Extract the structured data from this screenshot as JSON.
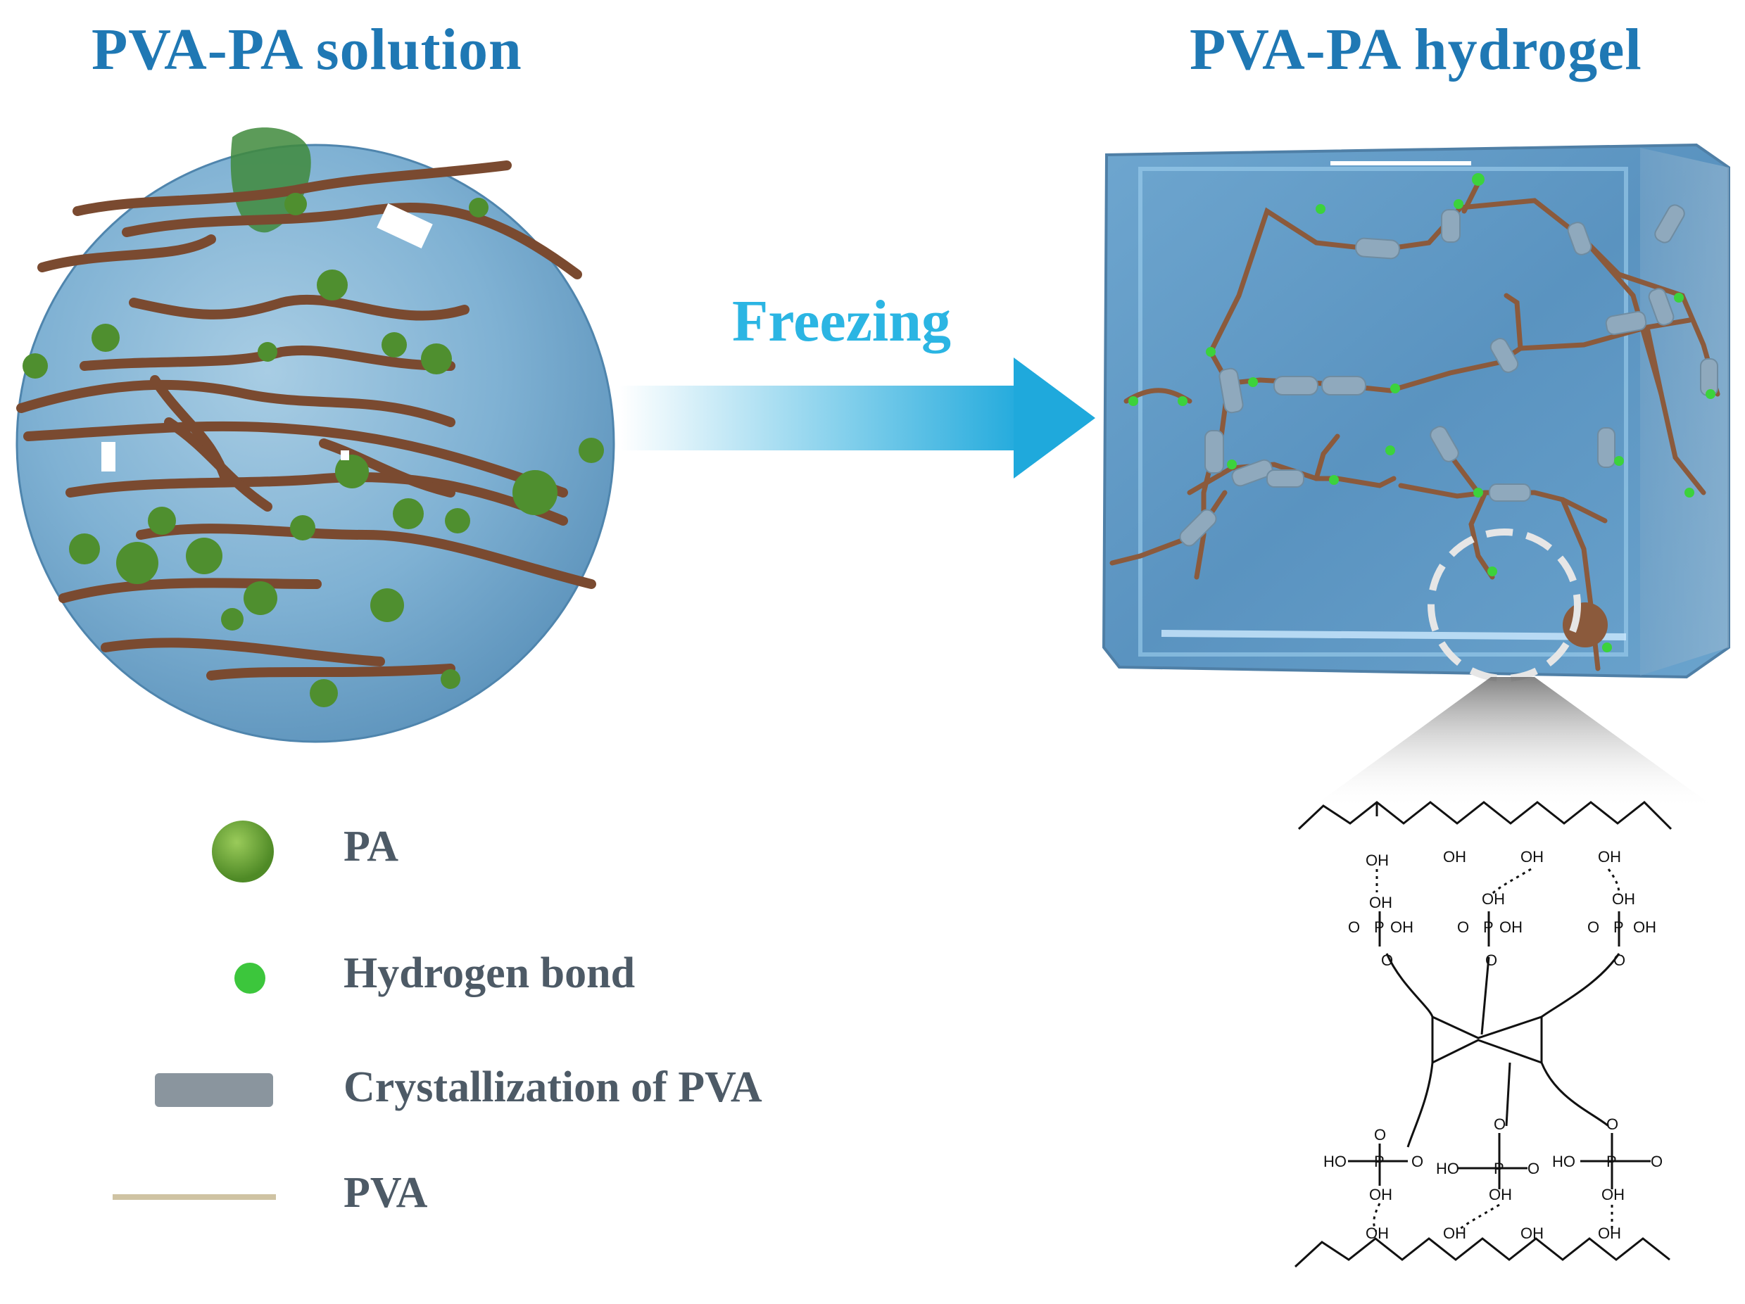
{
  "titles": {
    "solution": "PVA-PA solution",
    "hydrogel": "PVA-PA hydrogel"
  },
  "process": {
    "arrow_label": "Freezing"
  },
  "legend": {
    "items": [
      {
        "label": "PA",
        "icon": "pa-sphere-icon",
        "color": "#5e9a2c"
      },
      {
        "label": "Hydrogen bond",
        "icon": "hydrogen-bond-dot-icon",
        "color": "#3cc63c"
      },
      {
        "label": "Crystallization of PVA",
        "icon": "crystal-bar-icon",
        "color": "#8a959e"
      },
      {
        "label": "PVA",
        "icon": "pva-line-icon",
        "color": "#cfc3a3"
      }
    ]
  },
  "chemistry": {
    "oh": "OH",
    "p": "P",
    "o": "O",
    "ho": "HO"
  },
  "colors": {
    "title": "#1f78b4",
    "arrow": "#2bb5e3",
    "pva_chain": "#8b5a3c",
    "gel": "#5b93bd",
    "legend_text": "#4d5a66"
  }
}
